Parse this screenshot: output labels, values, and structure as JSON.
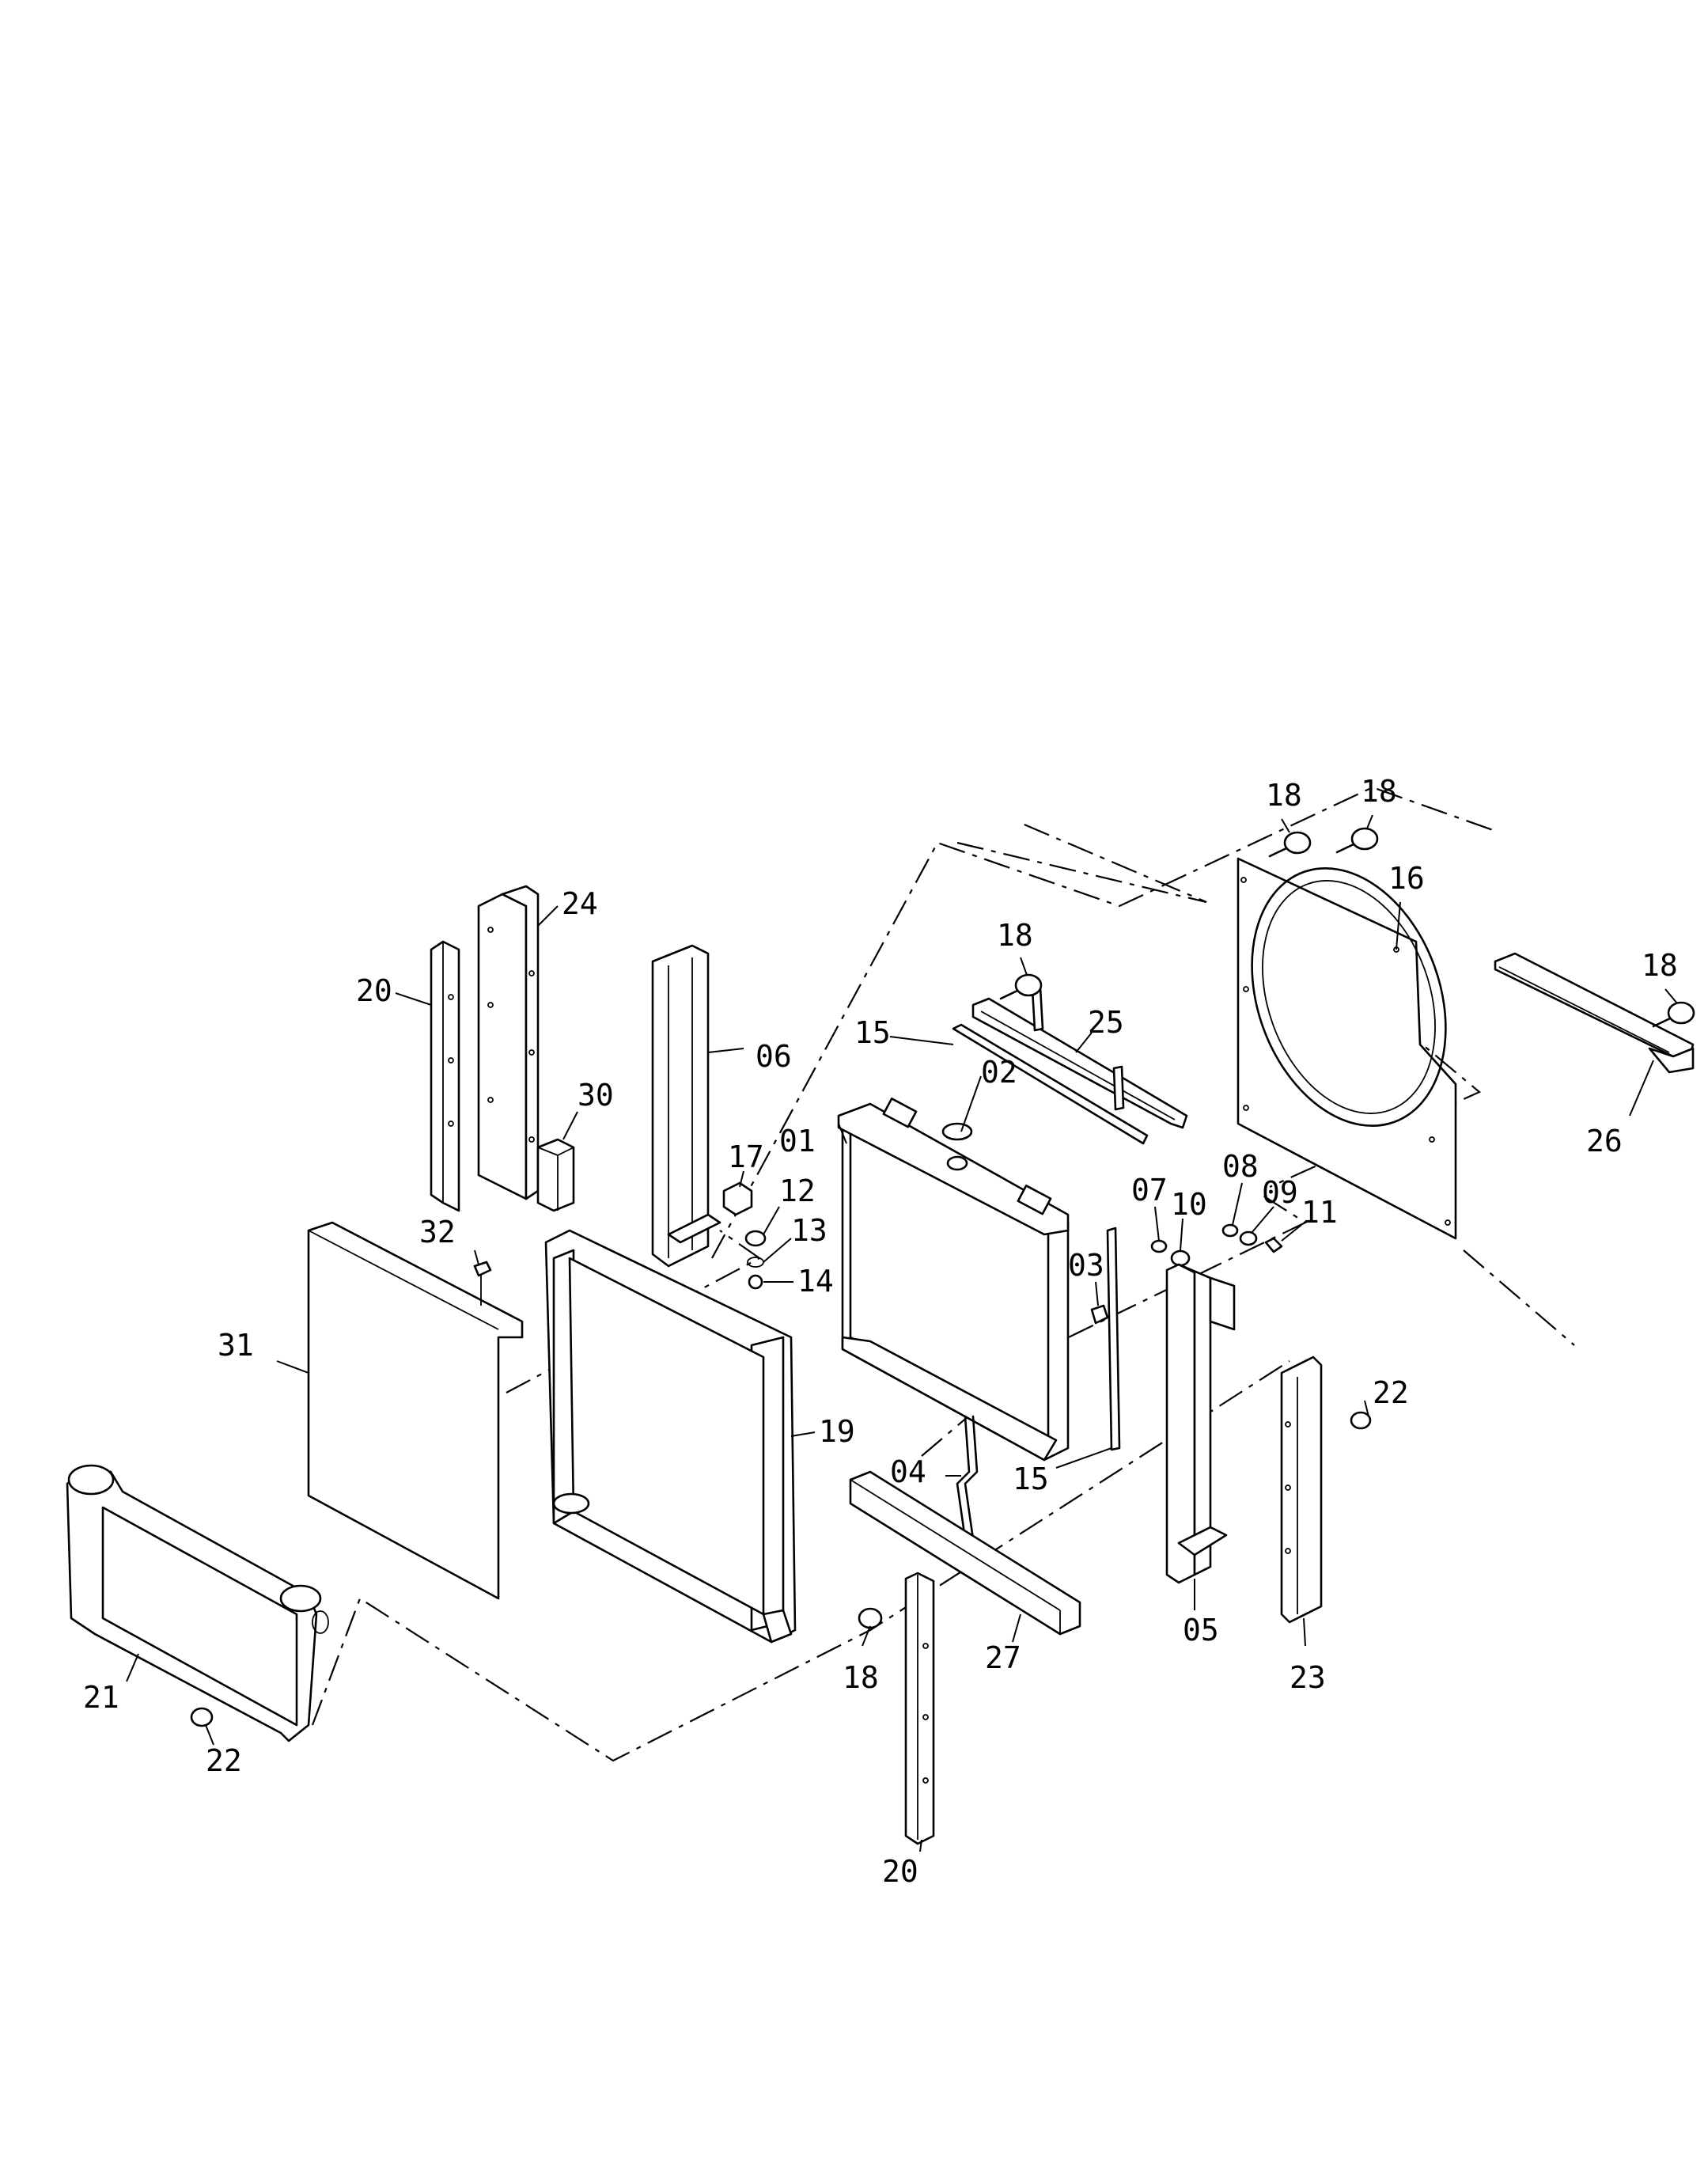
{
  "diagram": {
    "callouts": {
      "c01": "01",
      "c02": "02",
      "c03": "03",
      "c04": "04",
      "c05": "05",
      "c06": "06",
      "c07": "07",
      "c08": "08",
      "c09": "09",
      "c10": "10",
      "c11": "11",
      "c12": "12",
      "c13": "13",
      "c14": "14",
      "c15a": "15",
      "c15b": "15",
      "c16": "16",
      "c17": "17",
      "c18a": "18",
      "c18b": "18",
      "c18c": "18",
      "c18d": "18",
      "c18e": "18",
      "c19": "19",
      "c20a": "20",
      "c20b": "20",
      "c21": "21",
      "c22a": "22",
      "c22b": "22",
      "c23": "23",
      "c24": "24",
      "c25": "25",
      "c26": "26",
      "c27": "27",
      "c30": "30",
      "c31": "31",
      "c32": "32"
    }
  }
}
